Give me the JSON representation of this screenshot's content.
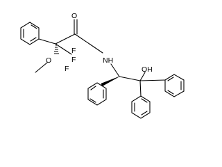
{
  "molecule": {
    "atoms": {
      "carbonyl_oxygen": "O",
      "methoxy_oxygen": "O",
      "methyl_group": "—",
      "fluorine_1": "F",
      "fluorine_2": "F",
      "fluorine_3": "F",
      "amide_nitrogen": "NH",
      "hydroxyl": "OH"
    },
    "colors": {
      "bond": "#000000",
      "label": "#000000",
      "background": "#ffffff"
    }
  }
}
